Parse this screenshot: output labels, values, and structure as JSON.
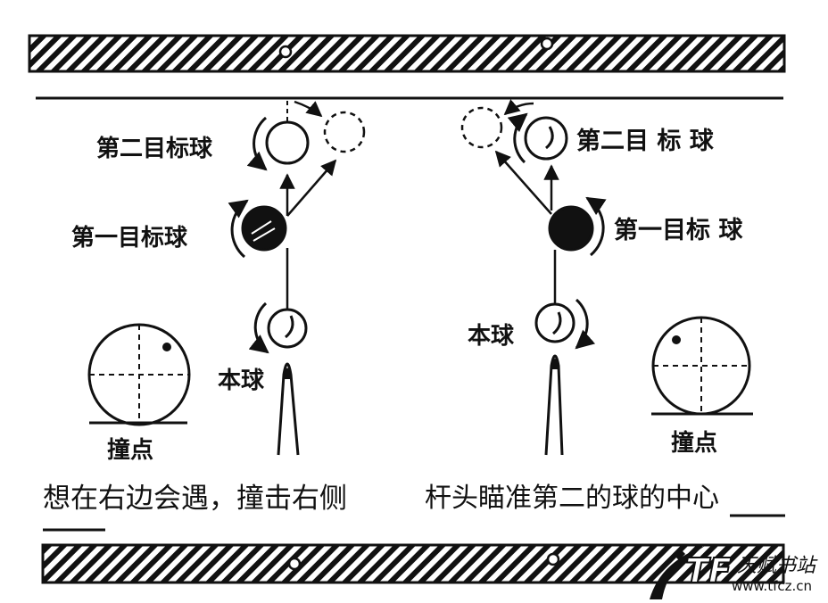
{
  "left_diagram": {
    "second_ball_label": "第二目标球",
    "first_ball_label": "第一目标球",
    "cue_ball_label": "本球",
    "contact_label": "撞点",
    "caption": "想在右边会遇，撞击右侧"
  },
  "right_diagram": {
    "second_ball_label": "第二目 标 球",
    "first_ball_label": "第一目标 球",
    "cue_ball_label": "本球",
    "contact_label": "撞点",
    "caption": "杆头瞄准第二的球的中心"
  },
  "watermark": {
    "logo_text": "TF",
    "site_name": "天赋书站",
    "url": "www.tfcz.cn"
  },
  "colors": {
    "ink": "#111111",
    "paper": "#ffffff"
  }
}
